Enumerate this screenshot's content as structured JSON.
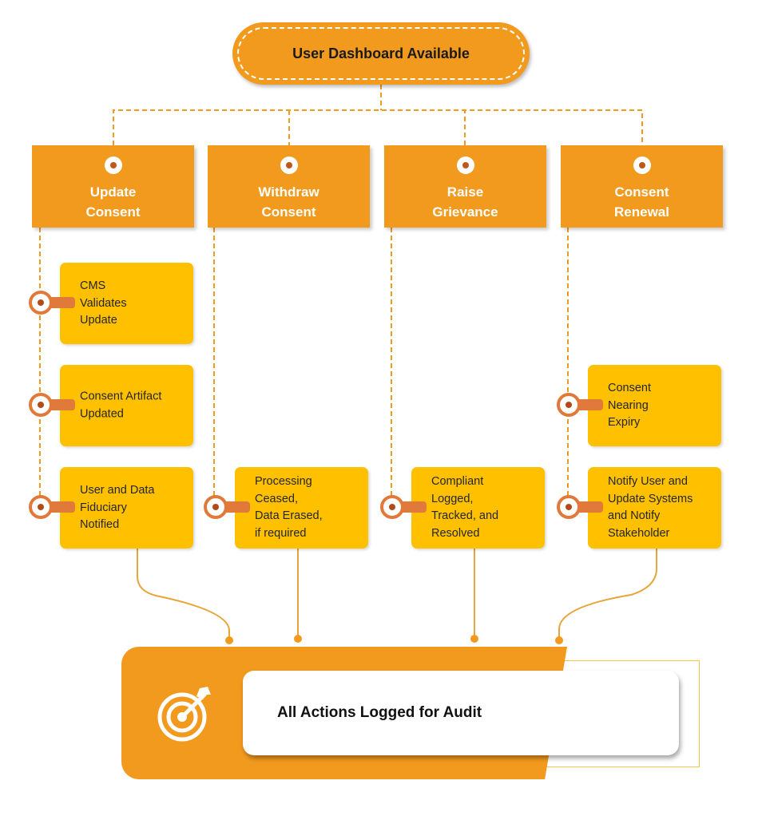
{
  "top": {
    "title": "User Dashboard Available"
  },
  "columns": [
    {
      "title": "Update\nConsent",
      "steps": [
        "CMS\nValidates\nUpdate",
        "Consent Artifact\nUpdated",
        "User and Data\nFiduciary\nNotified"
      ]
    },
    {
      "title": "Withdraw\nConsent",
      "steps": [
        "Processing\nCeased,\nData Erased,\nif required"
      ]
    },
    {
      "title": "Raise\nGrievance",
      "steps": [
        "Compliant\nLogged,\nTracked, and\nResolved"
      ]
    },
    {
      "title": "Consent\nRenewal",
      "steps": [
        "Consent\nNearing\nExpiry",
        "Notify User and\nUpdate Systems\nand Notify\nStakeholder"
      ]
    }
  ],
  "bottom": {
    "title": "All Actions Logged for Audit",
    "icon": "target-icon"
  },
  "colors": {
    "header": "#f29a1e",
    "step": "#ffc000",
    "connector": "#e0793a",
    "text_dark": "#262626"
  }
}
